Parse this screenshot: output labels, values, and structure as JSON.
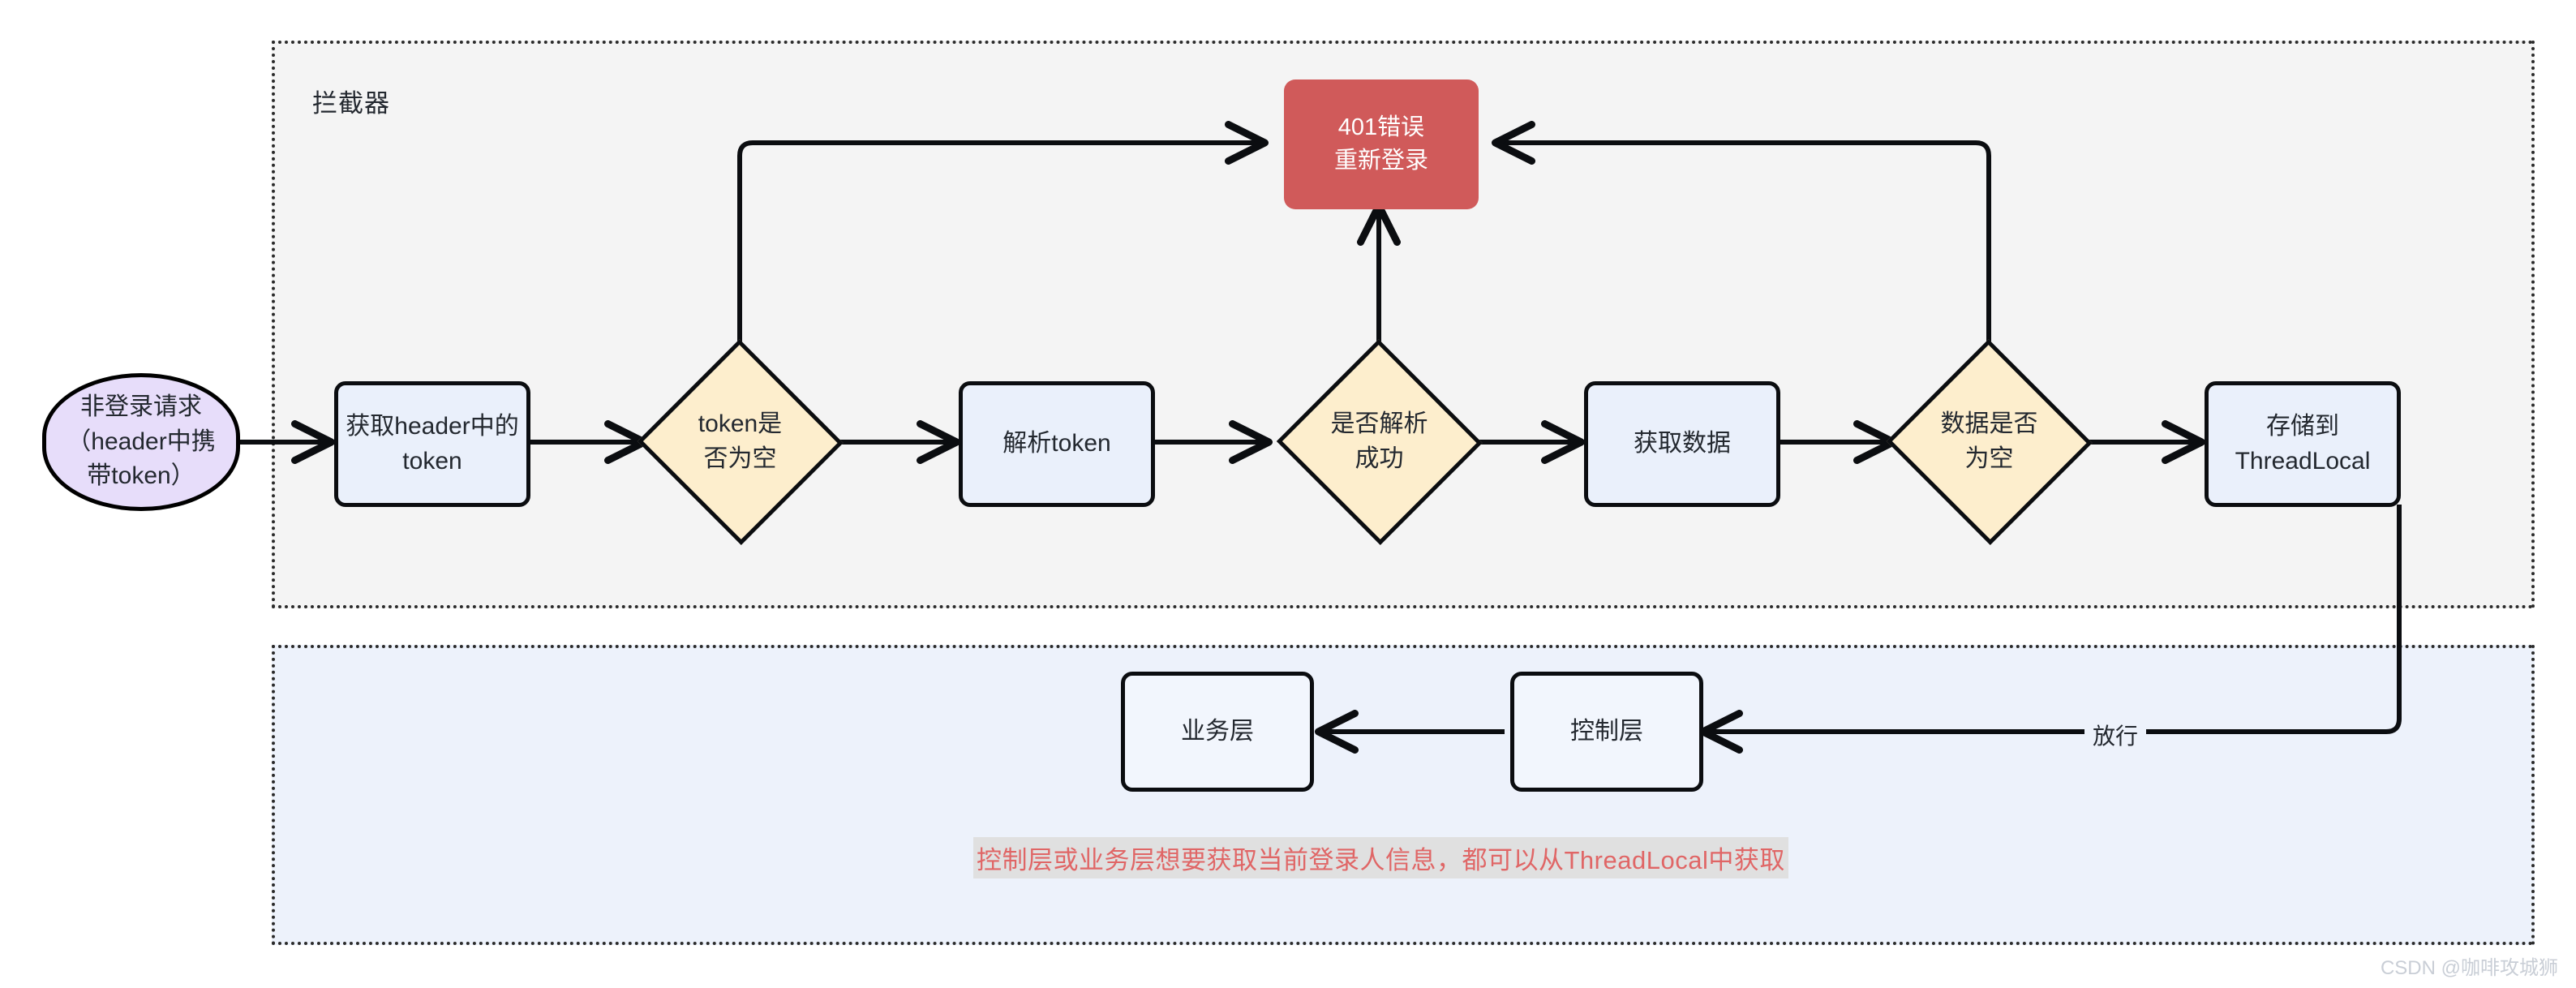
{
  "diagram": {
    "title_visible": false,
    "watermark": "CSDN @咖啡攻城狮",
    "lanes": [
      {
        "id": "interceptor",
        "label": "拦截器",
        "fill": "#f4f4f4"
      },
      {
        "id": "application",
        "label": "",
        "fill": "#edf2fb"
      }
    ],
    "nodes": {
      "start": {
        "label": "非登录请求\n（header中携\n带token）",
        "shape": "ellipse",
        "fill": "#e7ddfa"
      },
      "get_header_token": {
        "label": "获取header中的\ntoken",
        "shape": "process",
        "fill": "#eaf0fb"
      },
      "token_empty": {
        "label": "token是\n否为空",
        "shape": "decision",
        "fill": "#fdeecd"
      },
      "parse_token": {
        "label": "解析token",
        "shape": "process",
        "fill": "#eaf0fb"
      },
      "parse_ok": {
        "label": "是否解析\n成功",
        "shape": "decision",
        "fill": "#fdeecd"
      },
      "fetch_data": {
        "label": "获取数据",
        "shape": "process",
        "fill": "#eaf0fb"
      },
      "data_empty": {
        "label": "数据是否\n为空",
        "shape": "decision",
        "fill": "#fdeecd"
      },
      "store_threadlocal": {
        "label": "存储到\nThreadLocal",
        "shape": "process",
        "fill": "#eaf0fb"
      },
      "error_401": {
        "label": "401错误\n重新登录",
        "shape": "process",
        "fill": "#d05a5a",
        "text_color": "#ffffff"
      },
      "controller": {
        "label": "控制层",
        "shape": "process",
        "fill": "#f2f6fd"
      },
      "service": {
        "label": "业务层",
        "shape": "process",
        "fill": "#f2f6fd"
      }
    },
    "edges": [
      {
        "from": "start",
        "to": "get_header_token",
        "label": ""
      },
      {
        "from": "get_header_token",
        "to": "token_empty",
        "label": ""
      },
      {
        "from": "token_empty",
        "to": "parse_token",
        "label": ""
      },
      {
        "from": "token_empty",
        "to": "error_401",
        "label": ""
      },
      {
        "from": "parse_token",
        "to": "parse_ok",
        "label": ""
      },
      {
        "from": "parse_ok",
        "to": "fetch_data",
        "label": ""
      },
      {
        "from": "parse_ok",
        "to": "error_401",
        "label": ""
      },
      {
        "from": "fetch_data",
        "to": "data_empty",
        "label": ""
      },
      {
        "from": "data_empty",
        "to": "store_threadlocal",
        "label": ""
      },
      {
        "from": "data_empty",
        "to": "error_401",
        "label": ""
      },
      {
        "from": "store_threadlocal",
        "to": "controller",
        "label": "放行"
      },
      {
        "from": "controller",
        "to": "service",
        "label": ""
      }
    ],
    "edge_labels": {
      "pass_through": "放行"
    },
    "note": "控制层或业务层想要获取当前登录人信息，都可以从ThreadLocal中获取",
    "colors": {
      "stroke": "#0b0d10",
      "error_fill": "#d05a5a",
      "decision_fill": "#fdeecd",
      "process_fill": "#eaf0fb",
      "start_fill": "#e7ddfa",
      "note_text": "#e06666",
      "lane_interceptor_fill": "#f4f4f4",
      "lane_app_fill": "#edf2fb"
    }
  }
}
